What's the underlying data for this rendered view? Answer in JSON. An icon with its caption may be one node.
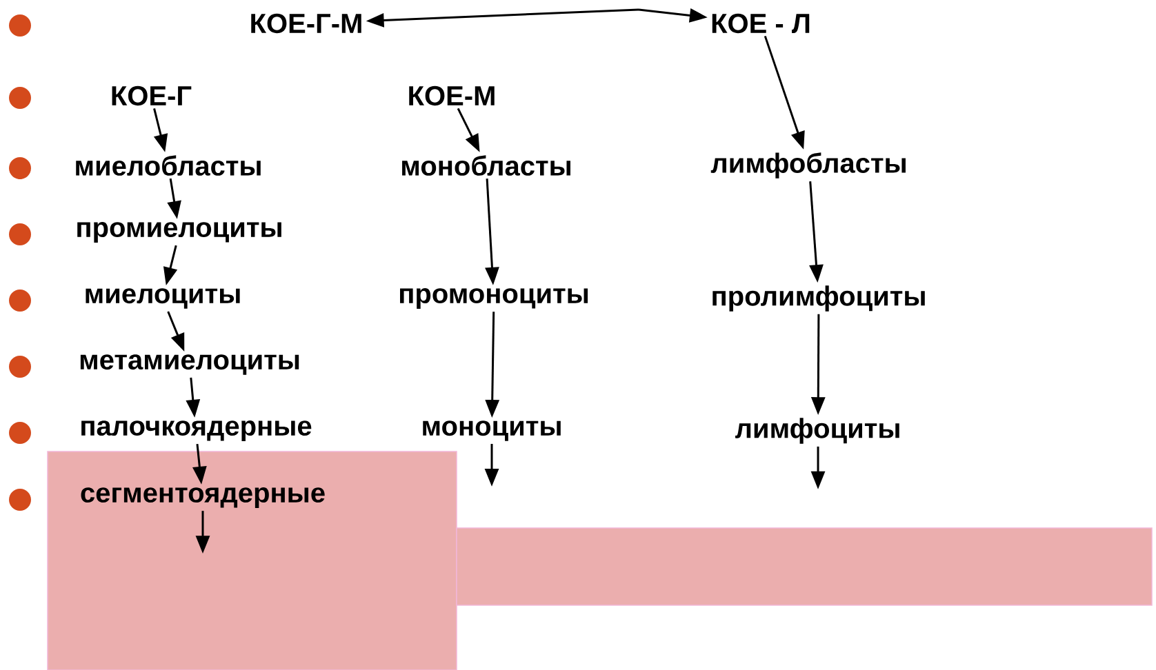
{
  "diagram": {
    "nodes": [
      {
        "text": [
          "КОЕ-Г-М"
        ]
      },
      {
        "text": [
          "КОЕ - Л"
        ]
      },
      {
        "text": [
          "КОЕ-Г"
        ]
      },
      {
        "text": [
          "КОЕ-М"
        ]
      },
      {
        "text": [
          "миелобласты"
        ]
      },
      {
        "text": [
          "монобласты"
        ]
      },
      {
        "text": [
          "лимфобласты"
        ]
      },
      {
        "text": [
          "промиелоциты"
        ]
      },
      {
        "text": [
          "миелоциты"
        ]
      },
      {
        "text": [
          "промоноциты"
        ]
      },
      {
        "text": [
          "пролимфоциты"
        ]
      },
      {
        "text": [
          "метамиелоциты"
        ]
      },
      {
        "text": [
          "палочкоядерные"
        ]
      },
      {
        "text": [
          "моноциты"
        ]
      },
      {
        "text": [
          "лимфоциты"
        ]
      },
      {
        "text": [
          "сегментоядерные"
        ]
      }
    ],
    "edges": [
      {
        "from": null,
        "to": 0,
        "arrow": "to"
      },
      {
        "from": null,
        "to": 1,
        "arrow": "to"
      },
      {
        "from": 2,
        "to": 4,
        "arrow": "to"
      },
      {
        "from": 3,
        "to": 5,
        "arrow": "to"
      },
      {
        "from": 1,
        "to": 6,
        "arrow": "to"
      },
      {
        "from": 4,
        "to": 7,
        "arrow": "to"
      },
      {
        "from": 7,
        "to": 8,
        "arrow": "to"
      },
      {
        "from": 8,
        "to": 11,
        "arrow": "to"
      },
      {
        "from": 11,
        "to": 12,
        "arrow": "to"
      },
      {
        "from": 12,
        "to": 15,
        "arrow": "to"
      },
      {
        "from": 15,
        "to": null,
        "arrow": "to"
      },
      {
        "from": 5,
        "to": 9,
        "arrow": "to"
      },
      {
        "from": 9,
        "to": 13,
        "arrow": "to"
      },
      {
        "from": 13,
        "to": null,
        "arrow": "to"
      },
      {
        "from": 6,
        "to": 10,
        "arrow": "to"
      },
      {
        "from": 10,
        "to": 14,
        "arrow": "to"
      },
      {
        "from": 14,
        "to": null,
        "arrow": "to"
      }
    ]
  }
}
